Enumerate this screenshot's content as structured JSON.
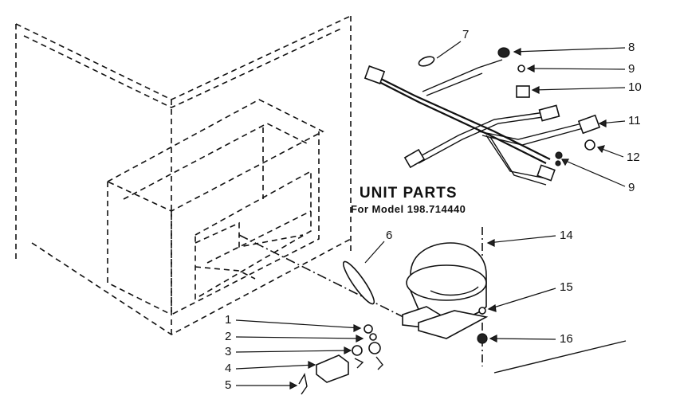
{
  "title": "UNIT PARTS",
  "subtitle": "For Model 198.714440",
  "callouts": [
    {
      "number": "1"
    },
    {
      "number": "2"
    },
    {
      "number": "3"
    },
    {
      "number": "4"
    },
    {
      "number": "5"
    },
    {
      "number": "6"
    },
    {
      "number": "7"
    },
    {
      "number": "8"
    },
    {
      "number": "9"
    },
    {
      "number": "10"
    },
    {
      "number": "11"
    },
    {
      "number": "12"
    },
    {
      "number": "9"
    },
    {
      "number": "14"
    },
    {
      "number": "15"
    },
    {
      "number": "16"
    }
  ]
}
